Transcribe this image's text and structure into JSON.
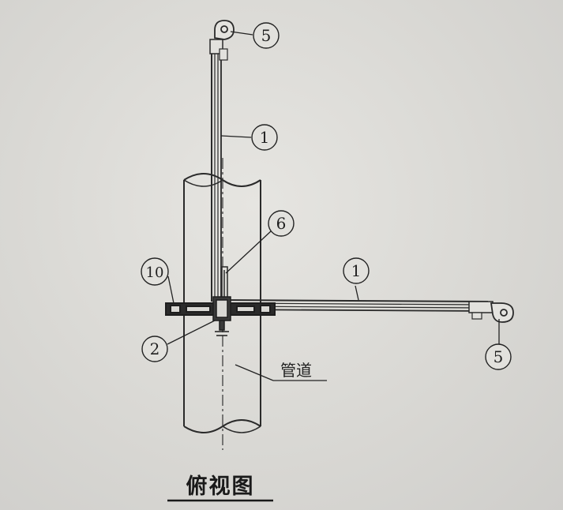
{
  "diagram": {
    "title": "俯视图",
    "pipe_label": "管道",
    "callouts": {
      "c5_top": "5",
      "c1_vertical": "1",
      "c6": "6",
      "c10": "10",
      "c1_horizontal": "1",
      "c2": "2",
      "c5_right": "5"
    }
  }
}
